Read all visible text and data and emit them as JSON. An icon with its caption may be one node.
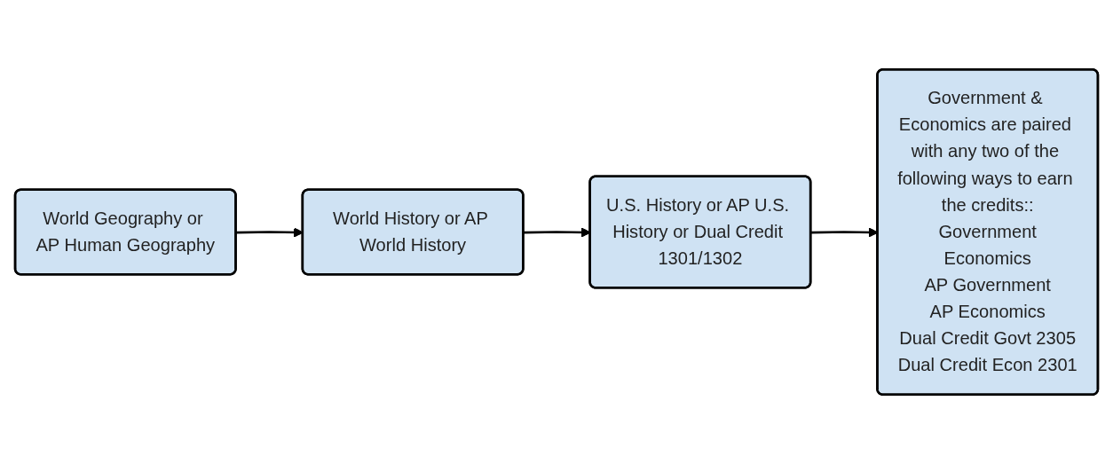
{
  "diagram": {
    "nodes": [
      {
        "text": [
          "World Geography or AP Human Geography"
        ]
      },
      {
        "text": [
          "World History or AP World History"
        ]
      },
      {
        "text": [
          "U.S. History or AP U.S. History or Dual Credit 1301/1302"
        ]
      },
      {
        "text": [
          "Government & Economics are paired with any two of the following ways to earn the credits::",
          "Government",
          "Economics",
          "AP Government",
          "AP Economics",
          "Dual Credit Govt 2305",
          "Dual Credit Econ 2301"
        ]
      }
    ],
    "edges": [
      {
        "from": 0,
        "to": 1,
        "arrow": "to"
      },
      {
        "from": 1,
        "to": 2,
        "arrow": "to"
      },
      {
        "from": 2,
        "to": 3,
        "arrow": "to"
      }
    ]
  }
}
